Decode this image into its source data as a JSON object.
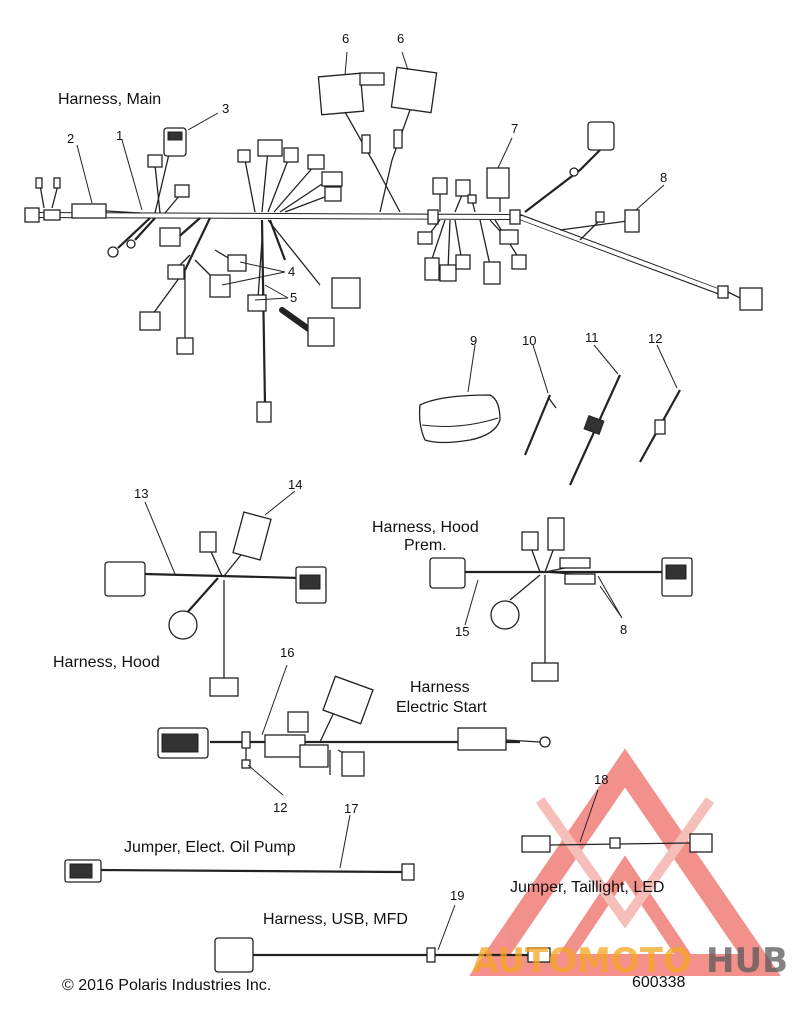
{
  "labels": {
    "harness_main": "Harness, Main",
    "harness_hood": "Harness, Hood",
    "harness_hood_prem_line1": "Harness, Hood",
    "harness_hood_prem_line2": "Prem.",
    "harness_electric_start_line1": "Harness",
    "harness_electric_start_line2": "Electric Start",
    "jumper_oil_pump": "Jumper, Elect. Oil Pump",
    "jumper_taillight": "Jumper, Taillight, LED",
    "harness_usb": "Harness, USB, MFD"
  },
  "callouts": {
    "c1": "1",
    "c2": "2",
    "c3": "3",
    "c4": "4",
    "c5": "5",
    "c6a": "6",
    "c6b": "6",
    "c7": "7",
    "c8a": "8",
    "c8b": "8",
    "c9": "9",
    "c10": "10",
    "c11": "11",
    "c12a": "12",
    "c12b": "12",
    "c13": "13",
    "c14": "14",
    "c15": "15",
    "c16": "16",
    "c17": "17",
    "c18": "18",
    "c19": "19"
  },
  "footer": {
    "copyright": "© 2016 Polaris Industries Inc.",
    "figure_number": "600338"
  },
  "watermark": {
    "brand_part1": "AUTOMOTO",
    "brand_part2": "HUB",
    "color_primary": "#e8372f",
    "color_secondary": "#f5a623",
    "color_dark": "#5a5a5a"
  }
}
